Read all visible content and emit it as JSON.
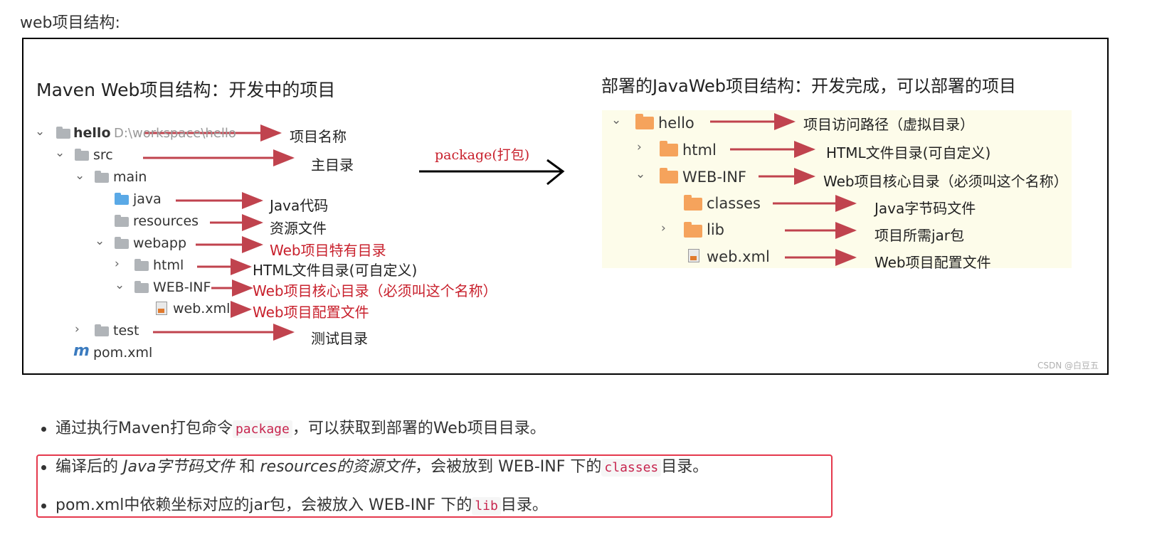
{
  "heading": "web项目结构:",
  "figure": {
    "left_title": "Maven Web项目结构：开发中的项目",
    "right_title": "部署的JavaWeb项目结构：开发完成，可以部署的项目",
    "package_label": "package(打包)",
    "watermark": "CSDN @白豆五",
    "left_tree": {
      "hello": "hello",
      "hello_path": "D:\\workspace\\hello",
      "src": "src",
      "main": "main",
      "java": "java",
      "resources": "resources",
      "webapp": "webapp",
      "html": "html",
      "webinf": "WEB-INF",
      "webxml": "web.xml",
      "test": "test",
      "pom": "pom.xml"
    },
    "left_labels": {
      "project_name": "项目名称",
      "main_dir": "主目录",
      "java_code": "Java代码",
      "resource_files": "资源文件",
      "web_special": "Web项目特有目录",
      "html_dir": "HTML文件目录(可自定义)",
      "webinf_core": "Web项目核心目录（必须叫这个名称）",
      "web_config": "Web项目配置文件",
      "test_dir": "测试目录"
    },
    "right_tree": {
      "hello": "hello",
      "html": "html",
      "webinf": "WEB-INF",
      "classes": "classes",
      "lib": "lib",
      "webxml": "web.xml"
    },
    "right_labels": {
      "access_path": "项目访问路径（虚拟目录）",
      "html_dir": "HTML文件目录(可自定义)",
      "webinf_core": "Web项目核心目录（必须叫这个名称）",
      "bytecode": "Java字节码文件",
      "jars": "项目所需jar包",
      "web_config": "Web项目配置文件"
    }
  },
  "bullets": {
    "b1_pre": "通过执行Maven打包命令",
    "b1_code": "package",
    "b1_post": "，可以获取到部署的Web项目目录。",
    "b2_pre": "编译后的",
    "b2_em1": "Java字节码文件",
    "b2_mid": "和",
    "b2_em2": "resources的资源文件",
    "b2_post1": "，会被放到 WEB-INF 下的",
    "b2_code": "classes",
    "b2_post2": "目录。",
    "b3_pre": "pom.xml中依赖坐标对应的jar包，会被放入 WEB-INF 下的",
    "b3_code": "lib",
    "b3_post": "目录。"
  },
  "colors": {
    "arrow": "#c0434e",
    "highlight_border": "#e5394d",
    "code_text": "#c7254e",
    "right_panel_bg": "#fdfcea",
    "folder_orange": "#f5a35c"
  }
}
